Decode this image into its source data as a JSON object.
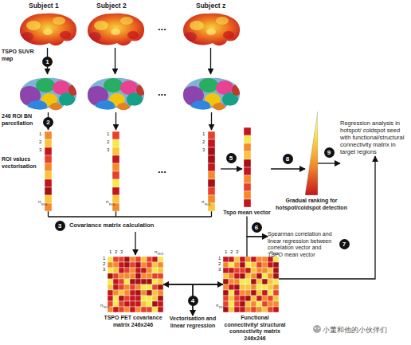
{
  "diagram": {
    "nodes": [
      {
        "text": [
          "TSPO PET covariance matrix 246x246"
        ]
      },
      {
        "text": [
          "Functional connectivity/ structural connectivity matrix 246x246"
        ]
      },
      {
        "text": [
          "Tspo mean vector"
        ]
      },
      {
        "text": [
          "Gradual ranking for hotspot/coldspot detection"
        ]
      },
      {
        "text": [
          "Regression analysis in hotspot/ coldspot seed with functional/structural connectivity matrix in target regions"
        ]
      },
      {
        "text": [
          "Spearman correlation and linear regression between correlation vector and TSPO mean vector"
        ]
      },
      {
        "text": [
          "Vectorisation and linear regression"
        ]
      }
    ],
    "edges": [
      {
        "from": 0,
        "to": 1,
        "arrow": "both"
      },
      {
        "from": 2,
        "to": 3,
        "arrow": "to"
      },
      {
        "from": 3,
        "to": 4,
        "arrow": "to"
      },
      {
        "from": 1,
        "to": 4,
        "arrow": "to"
      },
      {
        "from": 2,
        "to": 5,
        "arrow": "to"
      },
      {
        "from": 1,
        "to": 5,
        "arrow": "to"
      },
      {
        "from": 0,
        "to": 6,
        "arrow": "to"
      },
      {
        "from": 1,
        "to": 6,
        "arrow": "to"
      }
    ],
    "labels": [
      "Subject 1",
      "Subject 2",
      "...",
      "Subject z",
      "TSPO SUVR map",
      "1",
      "...",
      "246 ROI BN parcellation",
      "2",
      "ROI values vectorisation",
      "1",
      "2",
      "3",
      "n",
      "ROI",
      "1",
      "2",
      "3",
      "n",
      "ROI",
      "...",
      "1",
      "2",
      "3",
      "n",
      "ROI",
      "5",
      "8",
      "9",
      "3",
      "Covariance matrix calculation",
      "6",
      "7",
      "1",
      "2",
      "3",
      "n",
      "ROI",
      "1",
      "2",
      "3",
      "n",
      "ROI",
      "4",
      "1",
      "2",
      "3",
      "n",
      "ROI",
      "1",
      "2",
      "3",
      "n",
      "ROI",
      "小董和他的小伙伴们"
    ]
  }
}
